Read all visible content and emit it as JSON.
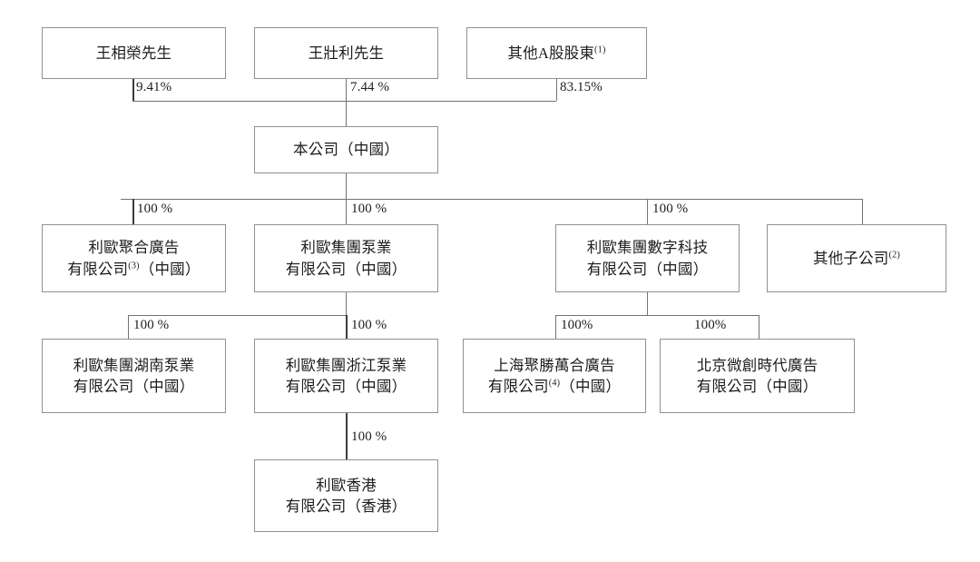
{
  "diagram": {
    "title": "Corporate shareholding structure chart",
    "type": "org-chart",
    "colors": {
      "box_border": "#8d9096",
      "line": "#6f7277",
      "text": "#1d1d1f",
      "background": "#ffffff"
    },
    "nodes": {
      "shareholder_1": {
        "label": "王相榮先生",
        "note": ""
      },
      "shareholder_2": {
        "label": "王壯利先生",
        "note": ""
      },
      "shareholder_3": {
        "label": "其他A股股東",
        "note": "(1)"
      },
      "company": {
        "label": "本公司（中國）",
        "note": ""
      },
      "sub_ad": {
        "line1": "利歐聚合廣告",
        "line2": "有限公司",
        "note": "(3)",
        "line2b": "（中國）"
      },
      "sub_pump": {
        "line1": "利歐集團泵業",
        "line2": "有限公司（中國）",
        "note": ""
      },
      "sub_digital": {
        "line1": "利歐集團數字科技",
        "line2": "有限公司（中國）",
        "note": ""
      },
      "sub_other": {
        "label": "其他子公司",
        "note": "(2)"
      },
      "sub_hunan": {
        "line1": "利歐集團湖南泵業",
        "line2": "有限公司（中國）",
        "note": ""
      },
      "sub_zhejiang": {
        "line1": "利歐集團浙江泵業",
        "line2": "有限公司（中國）",
        "note": ""
      },
      "sub_shanghai": {
        "line1": "上海聚勝萬合廣告",
        "line2": "有限公司",
        "note": "(4)",
        "line2b": "（中國）"
      },
      "sub_beijing": {
        "line1": "北京微創時代廣告",
        "line2": "有限公司（中國）",
        "note": ""
      },
      "sub_hk": {
        "line1": "利歐香港",
        "line2": "有限公司（香港）",
        "note": ""
      }
    },
    "edges": [
      {
        "id": "e1",
        "from": "shareholder_1",
        "to": "company",
        "label": "9.41%"
      },
      {
        "id": "e2",
        "from": "shareholder_2",
        "to": "company",
        "label": "7.44 %"
      },
      {
        "id": "e3",
        "from": "shareholder_3",
        "to": "company",
        "label": "83.15%"
      },
      {
        "id": "e4",
        "from": "company",
        "to": "sub_ad",
        "label": "100 %"
      },
      {
        "id": "e5",
        "from": "company",
        "to": "sub_pump",
        "label": "100 %"
      },
      {
        "id": "e6",
        "from": "company",
        "to": "sub_digital",
        "label": "100 %"
      },
      {
        "id": "e7",
        "from": "sub_pump",
        "to": "sub_hunan",
        "label": "100 %"
      },
      {
        "id": "e8",
        "from": "sub_pump",
        "to": "sub_zhejiang",
        "label": "100 %"
      },
      {
        "id": "e9",
        "from": "sub_digital",
        "to": "sub_shanghai",
        "label": "100%"
      },
      {
        "id": "e10",
        "from": "sub_digital",
        "to": "sub_beijing",
        "label": "100%"
      },
      {
        "id": "e11",
        "from": "sub_zhejiang",
        "to": "sub_hk",
        "label": "100 %"
      }
    ]
  }
}
